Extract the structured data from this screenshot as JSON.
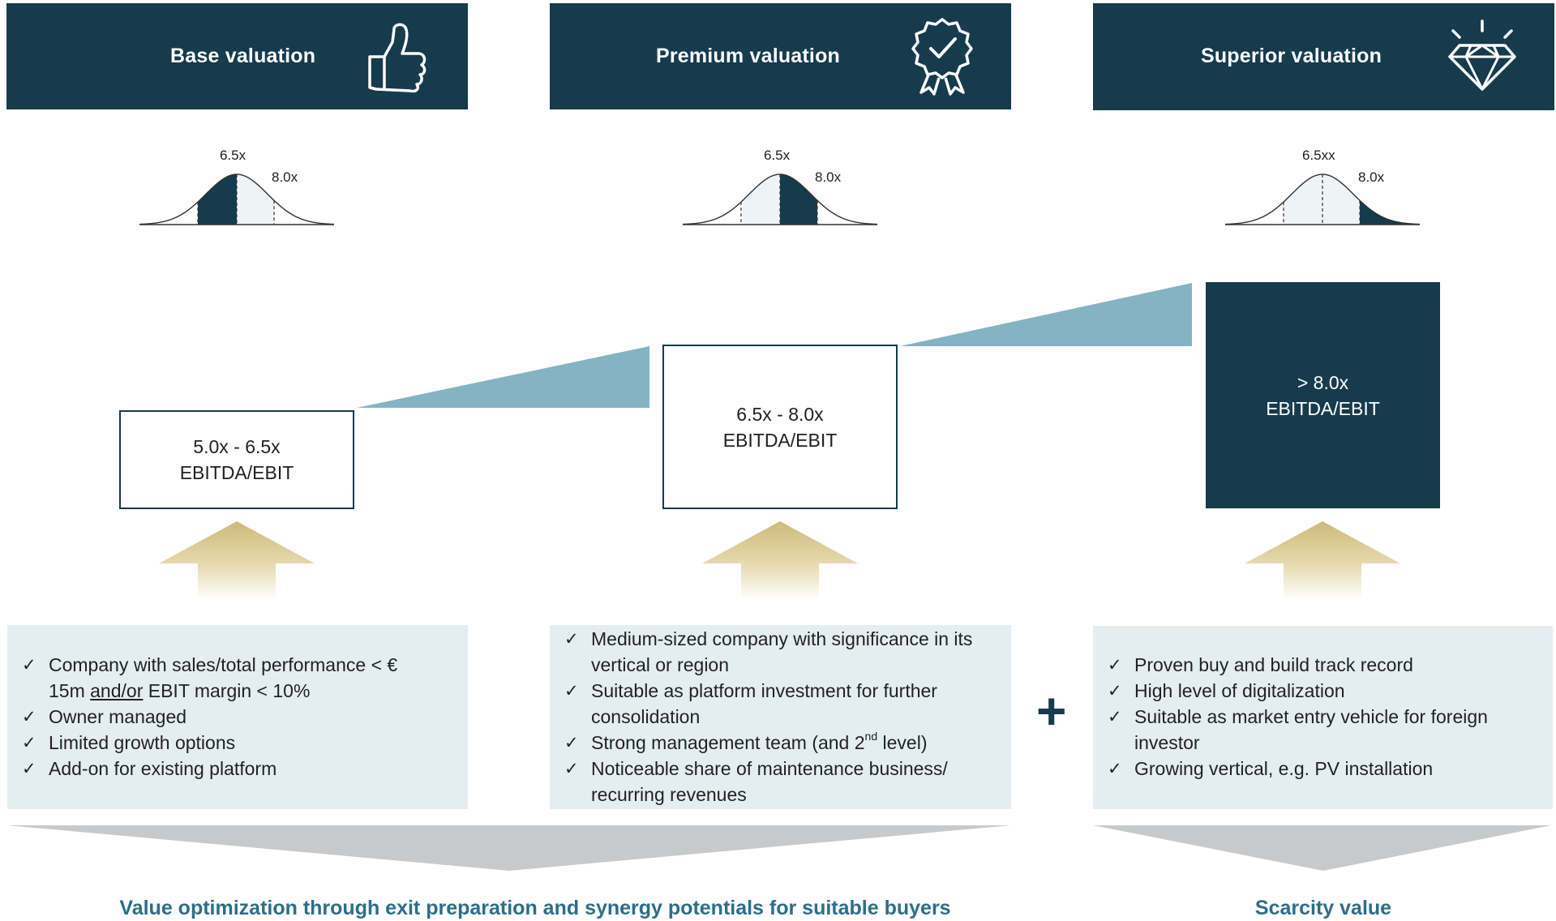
{
  "columns": [
    {
      "title": "Base valuation",
      "icon": "thumbs-up-icon",
      "range_label": "5.0x - 6.5x",
      "metric_label": "EBITDA/EBIT",
      "dist_label_mid": "6.5x",
      "dist_label_high": "8.0x",
      "highlighted_band": "lower-middle",
      "criteria": [
        {
          "pre": "Company with sales/total performance < € 15m ",
          "underline": "and/or",
          "post": " EBIT margin < 10%"
        },
        {
          "pre": "Owner managed"
        },
        {
          "pre": "Limited growth options"
        },
        {
          "pre": "Add-on for existing platform"
        }
      ]
    },
    {
      "title": "Premium valuation",
      "icon": "award-rosette-icon",
      "range_label": "6.5x - 8.0x",
      "metric_label": "EBITDA/EBIT",
      "dist_label_mid": "6.5x",
      "dist_label_high": "8.0x",
      "highlighted_band": "upper-middle",
      "criteria": [
        {
          "pre": "Medium-sized company with significance in its vertical or region"
        },
        {
          "pre": "Suitable as platform investment for further consolidation"
        },
        {
          "pre": "Strong management team (and 2",
          "sup": "nd",
          "post": " level)"
        },
        {
          "pre": "Noticeable share of maintenance business/ recurring revenues"
        }
      ]
    },
    {
      "title": "Superior valuation",
      "icon": "diamond-icon",
      "range_label": "> 8.0x",
      "metric_label": "EBITDA/EBIT",
      "dist_label_mid": "6.5xx",
      "dist_label_high": "8.0x",
      "highlighted_band": "upper-tail",
      "criteria": [
        {
          "pre": "Proven buy and build track record"
        },
        {
          "pre": "High level of digitalization"
        },
        {
          "pre": "Suitable as market entry vehicle for foreign investor"
        },
        {
          "pre": "Growing vertical, e.g. PV installation"
        }
      ]
    }
  ],
  "plus_symbol": "+",
  "footer": {
    "left": "Value optimization through exit preparation and synergy potentials for suitable buyers",
    "right": "Scarcity value"
  },
  "colors": {
    "navy": "#163b4d",
    "wedge": "#84b4c4",
    "panel": "#e4eef1",
    "gold_arrow": "#d8c88e",
    "gray_arrow": "#c7c9ca",
    "footer_text": "#2f6d8a"
  }
}
